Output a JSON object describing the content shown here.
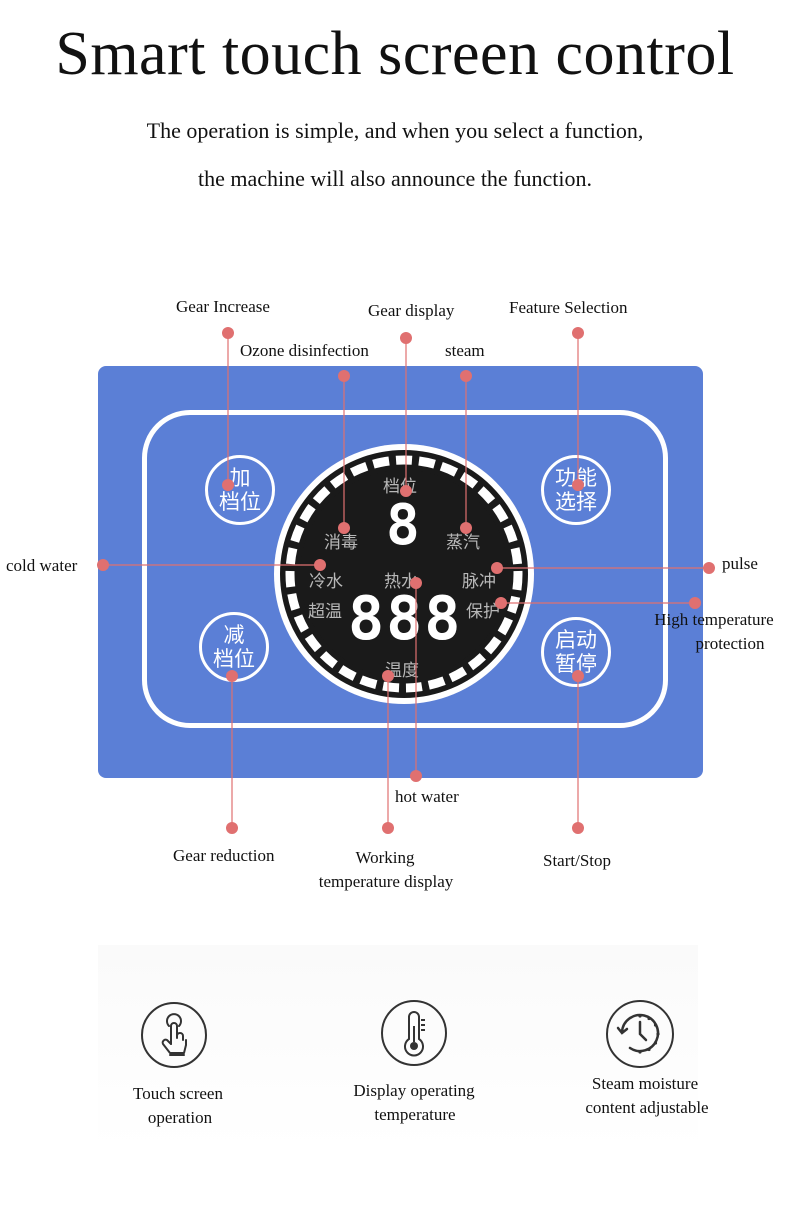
{
  "header": {
    "title": "Smart touch screen control",
    "subtitle_line1": "The operation is simple, and when you select a function,",
    "subtitle_line2": "the machine will also announce the function."
  },
  "callouts": {
    "gear_increase": "Gear Increase",
    "gear_display": "Gear display",
    "feature_selection": "Feature Selection",
    "ozone_disinfection": "Ozone disinfection",
    "steam": "steam",
    "cold_water": "cold water",
    "pulse": "pulse",
    "high_temp_line1": "High temperature",
    "high_temp_line2": "protection",
    "hot_water": "hot water",
    "gear_reduction": "Gear reduction",
    "working_temp_line1": "Working",
    "working_temp_line2": "temperature display",
    "start_stop": "Start/Stop"
  },
  "panel": {
    "btn_increase": [
      "加",
      "档位"
    ],
    "btn_feature": [
      "功能",
      "选择"
    ],
    "btn_reduce": [
      "减",
      "档位"
    ],
    "btn_start": [
      "启动",
      "暂停"
    ],
    "display": {
      "gear_label": "档位",
      "gear_value": "8",
      "ozone": "消毒",
      "steam": "蒸汽",
      "cold": "冷水",
      "hot": "热水",
      "pulse": "脉冲",
      "overtemp": "超温",
      "protect": "保护",
      "temp_value": "888",
      "temp_label": "温度"
    }
  },
  "features": [
    {
      "icon": "touch-icon",
      "line1": "Touch screen",
      "line2": "operation"
    },
    {
      "icon": "thermometer-icon",
      "line1": "Display operating",
      "line2": "temperature"
    },
    {
      "icon": "timer-icon",
      "line1": "Steam moisture",
      "line2": "content adjustable"
    }
  ],
  "colors": {
    "panel_blue": "#5b7fd6",
    "callout_red": "#e07070",
    "display_black": "#1a1a1a"
  }
}
